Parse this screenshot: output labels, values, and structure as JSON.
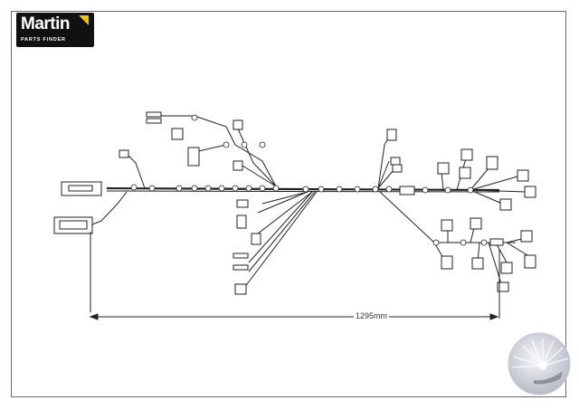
{
  "logo": {
    "brand": "Martin",
    "subtitle": "PARTS FINDER",
    "accent": "#f5c400",
    "background": "#111111"
  },
  "diagram": {
    "dimension_label": "1295mm",
    "line_color": "#222222"
  },
  "badge": {
    "icon": "seal-icon",
    "color": "#b8bcc6"
  }
}
